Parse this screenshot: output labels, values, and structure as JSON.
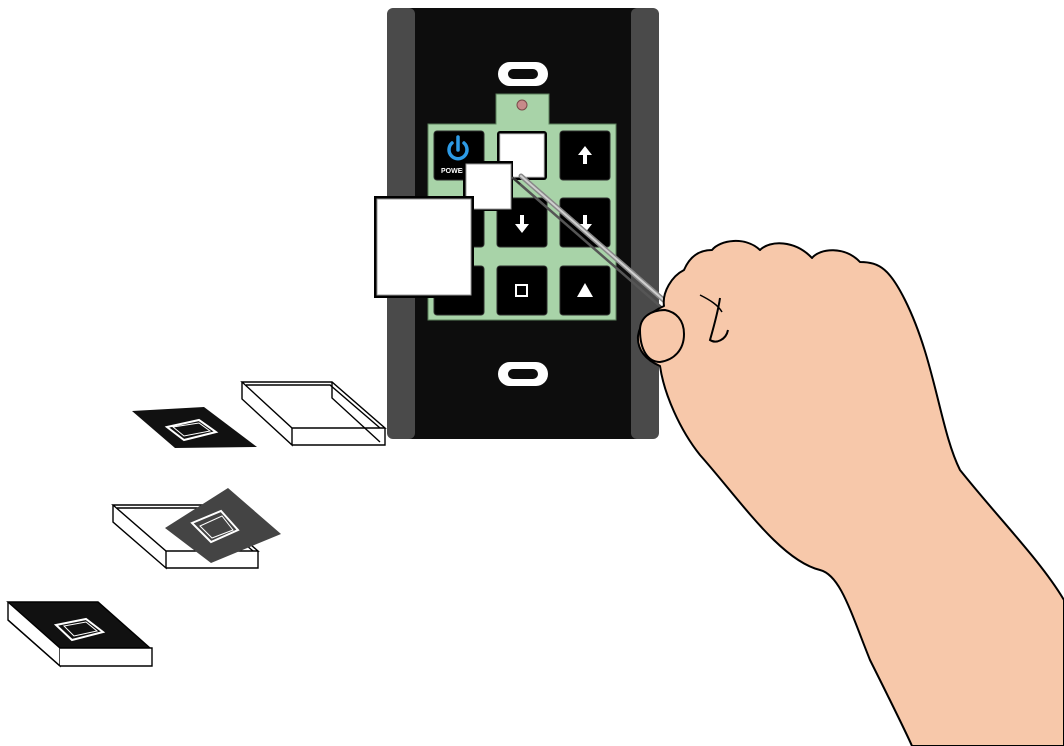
{
  "diagram": {
    "panel": {
      "color_faceplate": "#0d0d0d",
      "color_side_rails": "#4a4a4a",
      "color_pcb": "#a8d3a8",
      "color_led": "#c78a8a"
    },
    "buttons": [
      {
        "id": "power",
        "icon": "power-icon",
        "label": "POWER",
        "state": "cap-present"
      },
      {
        "id": "top-middle",
        "icon": "",
        "label": "",
        "state": "cap-removed"
      },
      {
        "id": "up",
        "icon": "up-arrow-icon",
        "label": "",
        "state": "cap-present"
      },
      {
        "id": "mid-left",
        "icon": "",
        "label": "",
        "state": "obscured"
      },
      {
        "id": "down",
        "icon": "down-arrow-icon",
        "label": "",
        "state": "cap-present"
      },
      {
        "id": "down-right",
        "icon": "down-arrow-icon",
        "label": "",
        "state": "cap-present"
      },
      {
        "id": "bottom-left",
        "icon": "",
        "label": "",
        "state": "obscured"
      },
      {
        "id": "stop",
        "icon": "square-icon",
        "label": "",
        "state": "cap-present"
      },
      {
        "id": "play",
        "icon": "triangle-up-icon",
        "label": "",
        "state": "cap-present"
      }
    ],
    "tool": {
      "name": "tweezers",
      "held_by": "hand"
    },
    "parts_sequence": [
      {
        "step": 1,
        "items": [
          "button-insert",
          "clear-cap"
        ]
      },
      {
        "step": 2,
        "items": [
          "clear-cap",
          "button-insert"
        ]
      },
      {
        "step": 3,
        "items": [
          "assembled-cap"
        ]
      }
    ],
    "colors": {
      "skin": "#f7c8aa",
      "outline": "#000000",
      "insert": "#111111"
    }
  }
}
